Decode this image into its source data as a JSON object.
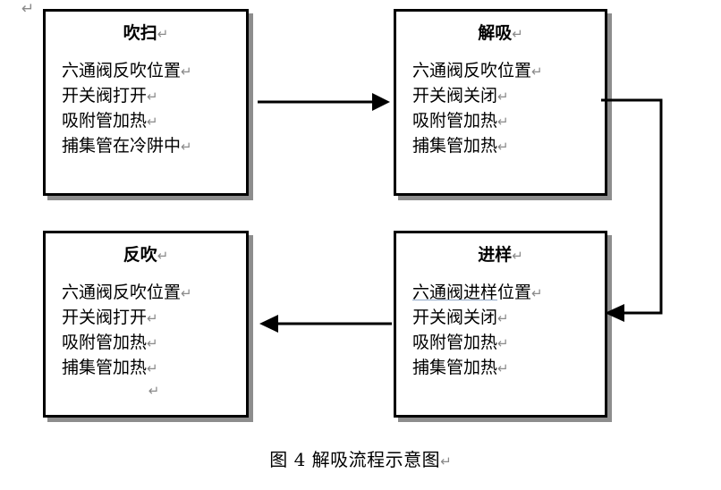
{
  "figure": {
    "caption": "图 4 解吸流程示意图",
    "caption_return_glyph": "↵",
    "doc_return_glyph": "↵"
  },
  "boxes": [
    {
      "id": "purge",
      "title": "吹扫",
      "title_return": "↵",
      "lines": [
        {
          "text": "六通阀反吹位置",
          "return": "↵",
          "underlined_prefix": ""
        },
        {
          "text": "开关阀打开",
          "return": "↵",
          "underlined_prefix": ""
        },
        {
          "text": "吸附管加热",
          "return": "↵",
          "underlined_prefix": ""
        },
        {
          "text": "捕集管在冷阱中",
          "return": "↵",
          "underlined_prefix": ""
        }
      ],
      "trailing_return": ""
    },
    {
      "id": "desorb",
      "title": "解吸",
      "title_return": "↵",
      "lines": [
        {
          "text": "六通阀反吹位置",
          "return": "↵",
          "underlined_prefix": ""
        },
        {
          "text": "开关阀关闭",
          "return": "↵",
          "underlined_prefix": ""
        },
        {
          "text": "吸附管加热",
          "return": "↵",
          "underlined_prefix": ""
        },
        {
          "text": "捕集管加热",
          "return": "↵",
          "underlined_prefix": ""
        }
      ],
      "trailing_return": ""
    },
    {
      "id": "backflush",
      "title": "反吹",
      "title_return": "↵",
      "lines": [
        {
          "text": "六通阀反吹位置",
          "return": "↵",
          "underlined_prefix": ""
        },
        {
          "text": "开关阀打开",
          "return": "↵",
          "underlined_prefix": ""
        },
        {
          "text": "吸附管加热",
          "return": "↵",
          "underlined_prefix": ""
        },
        {
          "text": "捕集管加热",
          "return": "↵",
          "underlined_prefix": ""
        }
      ],
      "trailing_return": "↵"
    },
    {
      "id": "inject",
      "title": "进样",
      "title_return": "↵",
      "lines": [
        {
          "text": "位置",
          "return": "↵",
          "underlined_prefix": "六通阀进样"
        },
        {
          "text": "开关阀关闭",
          "return": "↵",
          "underlined_prefix": ""
        },
        {
          "text": "吸附管加热",
          "return": "↵",
          "underlined_prefix": ""
        },
        {
          "text": "捕集管加热",
          "return": "↵",
          "underlined_prefix": ""
        }
      ],
      "trailing_return": ""
    }
  ],
  "connectors": [
    {
      "id": "purge-to-desorb",
      "from": "purge",
      "to": "desorb",
      "direction": "right"
    },
    {
      "id": "desorb-to-inject",
      "from": "desorb",
      "to": "inject",
      "direction": "right-down-left"
    },
    {
      "id": "inject-to-backflush",
      "from": "inject",
      "to": "backflush",
      "direction": "left"
    }
  ],
  "colors": {
    "box_border": "#000000",
    "box_shadow": "#8d8d8d",
    "connector": "#000000",
    "underline_accent": "#8fa8c8",
    "return_glyph": "#8a8a8a",
    "background": "#ffffff"
  }
}
